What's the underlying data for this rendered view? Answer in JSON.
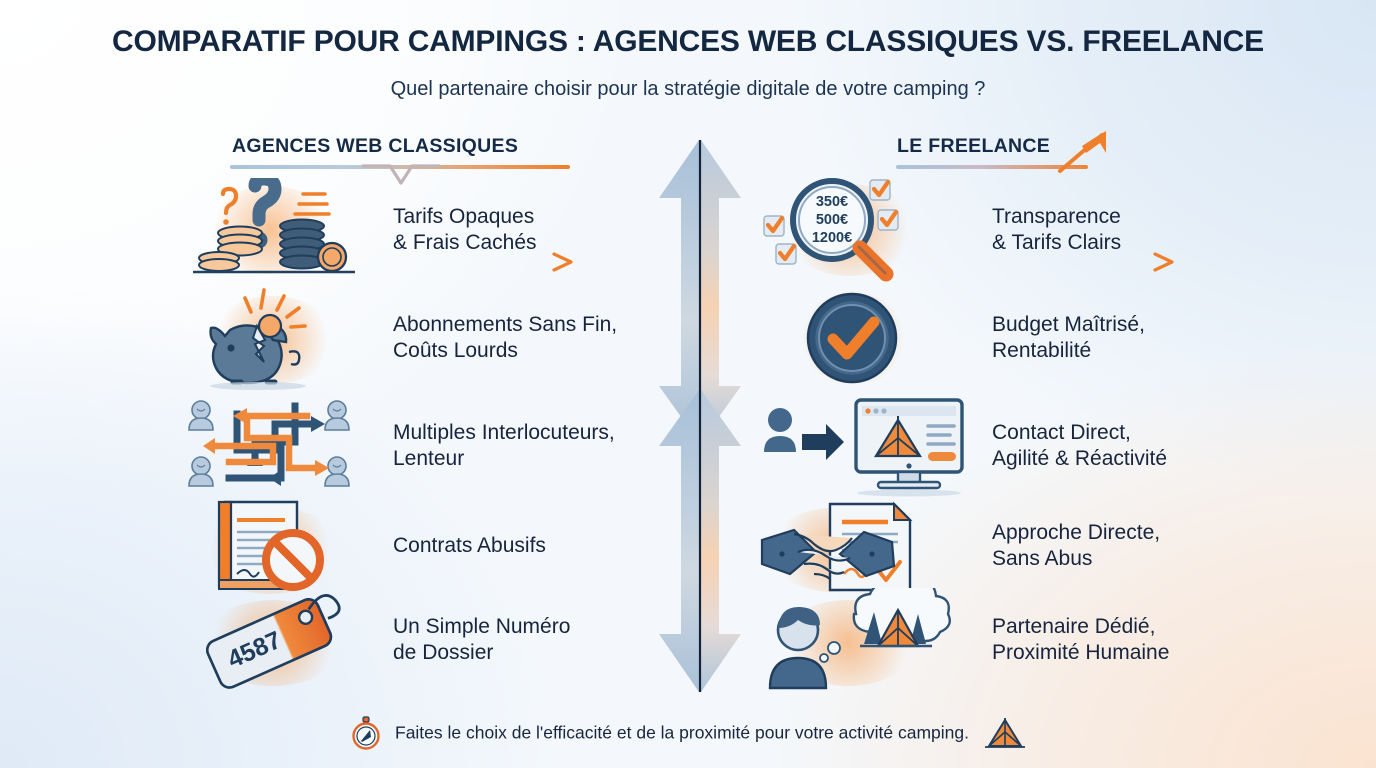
{
  "header": {
    "title": "COMPARATIF POUR CAMPINGS : AGENCES WEB CLASSIQUES VS. FREELANCE",
    "subtitle": "Quel partenaire choisir pour la stratégie digitale de votre camping ?"
  },
  "columns": {
    "left": {
      "heading": "AGENCES WEB CLASSIQUES",
      "rows": [
        {
          "icon": "question-mark-coins-icon",
          "label": "Tarifs Opaques\n& Frais Cachés",
          "has_flow_arrow": true
        },
        {
          "icon": "broken-piggy-bank-icon",
          "label": "Abonnements Sans Fin,\nCoûts Lourds",
          "has_flow_arrow": false
        },
        {
          "icon": "tangled-arrows-people-icon",
          "label": "Multiples Interlocuteurs,\nLenteur",
          "has_flow_arrow": false
        },
        {
          "icon": "contract-forbidden-icon",
          "label": "Contrats Abusifs",
          "has_flow_arrow": false
        },
        {
          "icon": "price-tag-icon",
          "label": "Un Simple Numéro\nde Dossier",
          "has_flow_arrow": false,
          "tag_number": "4587"
        }
      ]
    },
    "right": {
      "heading": "LE FREELANCE",
      "rows": [
        {
          "icon": "magnifier-prices-icon",
          "label": "Transparence\n& Tarifs Clairs",
          "has_flow_arrow": true,
          "prices": [
            "350€",
            "500€",
            "1200€"
          ]
        },
        {
          "icon": "check-badge-coin-icon",
          "label": "Budget Maîtrisé,\nRentabilité",
          "has_flow_arrow": false
        },
        {
          "icon": "person-arrow-monitor-icon",
          "label": "Contact Direct,\nAgilité & Réactivité",
          "has_flow_arrow": false
        },
        {
          "icon": "handshake-contract-icon",
          "label": "Approche Directe,\nSans Abus",
          "has_flow_arrow": false
        },
        {
          "icon": "person-thought-tent-icon",
          "label": "Partenaire Dédié,\nProximité Humaine",
          "has_flow_arrow": false
        }
      ]
    }
  },
  "divider": {
    "icon": "vertical-double-arrow-icon"
  },
  "footer": {
    "left_icon": "compass-icon",
    "text": "Faites le choix de l'efficacité et de la proximité pour votre activité camping.",
    "right_icon": "tent-icon"
  },
  "colors": {
    "navy": "#16243d",
    "orange": "#ef7f2a",
    "steel_blue": "#4a6c8c",
    "light_blue": "#b9cfe2"
  }
}
